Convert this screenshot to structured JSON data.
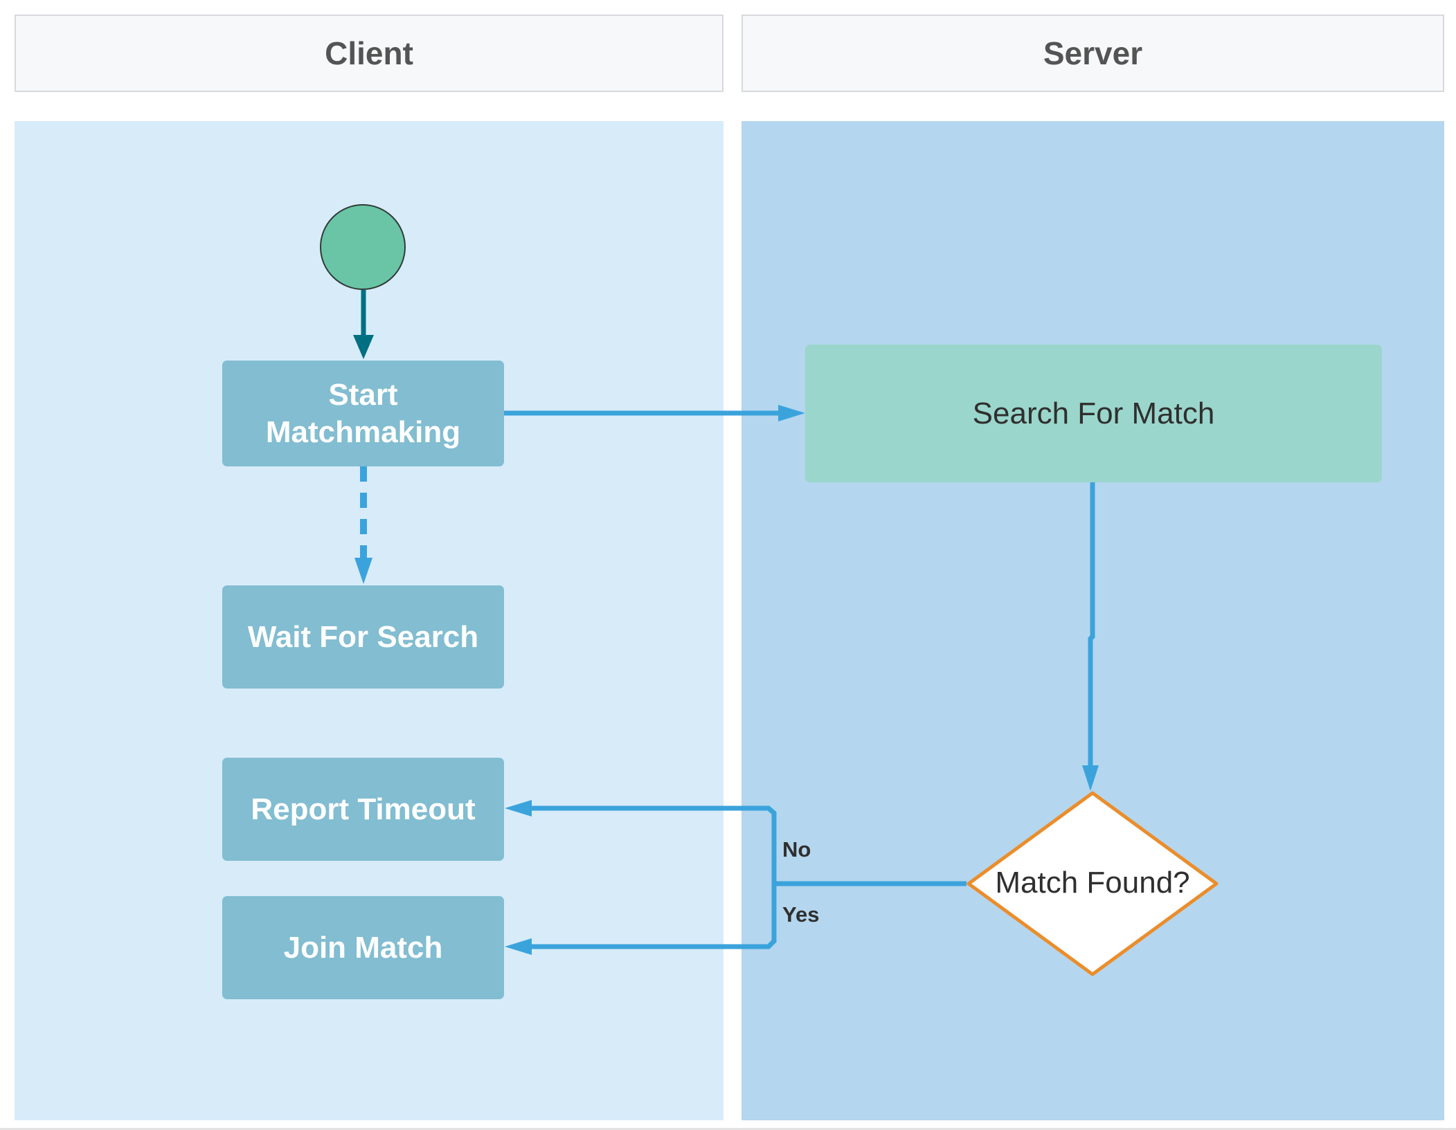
{
  "lanes": {
    "client": "Client",
    "server": "Server"
  },
  "nodes": {
    "start_matchmaking": "Start\nMatchmaking",
    "wait_for_search": "Wait For Search",
    "report_timeout": "Report Timeout",
    "join_match": "Join Match",
    "search_for_match": "Search For Match",
    "match_found": "Match Found?"
  },
  "edges": {
    "no": "No",
    "yes": "Yes"
  },
  "colors": {
    "client_lane": "#d8ebf9",
    "server_lane": "#b4d6ee",
    "client_node": "#82bdd1",
    "server_node": "#9ad6cb",
    "start_node": "#69c5a6",
    "decision_border": "#eb8d2b",
    "connector": "#3ba3dc",
    "start_connector": "#006f82"
  }
}
